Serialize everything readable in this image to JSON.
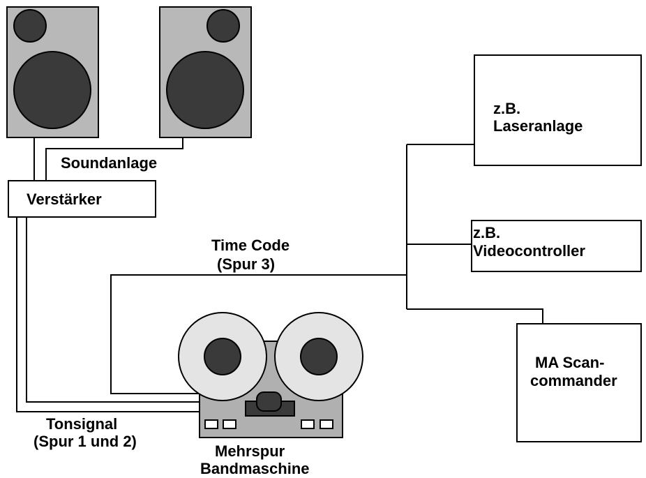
{
  "labels": {
    "soundanlage": "Soundanlage",
    "verstaerker": "Verstärker",
    "time_code_1": "Time Code",
    "time_code_2": "(Spur 3)",
    "laser_1": "z.B.",
    "laser_2": "Laseranlage",
    "video_1": "z.B.",
    "video_2": "Videocontroller",
    "scan_1": "MA Scan-",
    "scan_2": "commander",
    "tonsignal_1": "Tonsignal",
    "tonsignal_2": "(Spur 1 und 2)",
    "mehrspur_1": "Mehrspur",
    "mehrspur_2": "Bandmaschine"
  },
  "colors": {
    "speaker_cabinet": "#b8b8b8",
    "speaker_cone": "#3a3a3a",
    "reel": "#e4e4e4",
    "reel_hub": "#3a3a3a",
    "deck_body": "#b0b0b0",
    "line": "#000000"
  }
}
